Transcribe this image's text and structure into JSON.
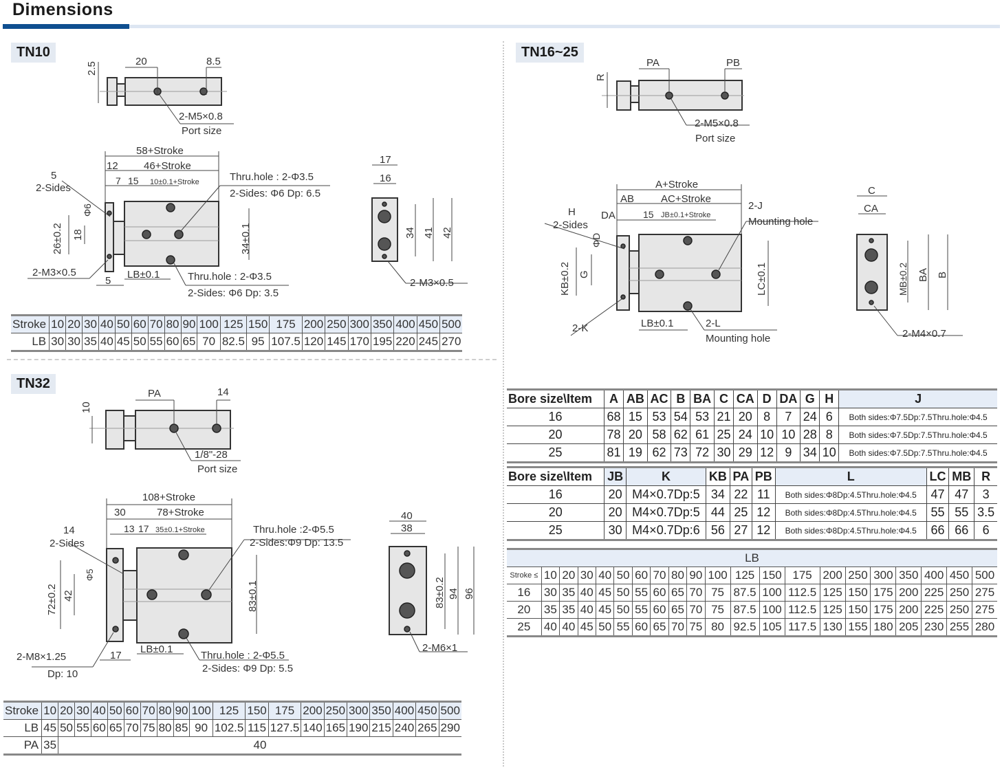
{
  "page": {
    "title": "Dimensions",
    "colors": {
      "title_bar": "#0f4f90",
      "title_bar_light": "#dde6f2",
      "table_header_bg": "#e6edf7",
      "label_bg": "#e4eaf2"
    }
  },
  "tn10": {
    "label": "TN10",
    "top_view": {
      "dim_2_5": "2.5",
      "dim_20": "20",
      "dim_8_5": "8.5",
      "port": "2-M5×0.8",
      "port_caption": "Port size"
    },
    "front_view": {
      "total": "58+Stroke",
      "d12": "12",
      "body": "46+Stroke",
      "d7": "7",
      "d15": "15",
      "jb": "10±0.1+Stroke",
      "d5": "5",
      "two_sides": "2-Sides",
      "phi6": "Φ6",
      "d26": "26±0.2",
      "d18": "18",
      "thread": "2-M3×0.5",
      "d5b": "5",
      "lb": "LB±0.1",
      "d34": "34±0.1",
      "thru1": "Thru.hole : 2-Φ3.5",
      "sides1": "2-Sides: Φ6 Dp: 6.5",
      "thru2": "Thru.hole : 2-Φ3.5",
      "sides2": "2-Sides: Φ6 Dp: 3.5"
    },
    "side_view": {
      "d17": "17",
      "d16": "16",
      "d34": "34",
      "d41": "41",
      "d42": "42",
      "thread": "2-M3×0.5"
    },
    "table": {
      "row_labels": [
        "Stroke",
        "LB"
      ],
      "stroke": [
        "10",
        "20",
        "30",
        "40",
        "50",
        "60",
        "70",
        "80",
        "90",
        "100",
        "125",
        "150",
        "175",
        "200",
        "250",
        "300",
        "350",
        "400",
        "450",
        "500"
      ],
      "lb": [
        "30",
        "30",
        "35",
        "40",
        "45",
        "50",
        "55",
        "60",
        "65",
        "70",
        "82.5",
        "95",
        "107.5",
        "120",
        "145",
        "170",
        "195",
        "220",
        "245",
        "270"
      ]
    }
  },
  "tn32": {
    "label": "TN32",
    "top_view": {
      "dim_10": "10",
      "dim_pa": "PA",
      "dim_14": "14",
      "port": "1/8\"-28",
      "port_caption": "Port size"
    },
    "front_view": {
      "total": "108+Stroke",
      "d30": "30",
      "body": "78+Stroke",
      "d13": "13",
      "d17": "17",
      "jb": "35±0.1+Stroke",
      "d14": "14",
      "two_sides": "2-Sides",
      "phi5": "Φ5",
      "d72": "72±0.2",
      "d42": "42",
      "thread": "2-M8×1.25",
      "thread_dp": "Dp: 10",
      "d17b": "17",
      "lb": "LB±0.1",
      "d83": "83±0.1",
      "thru1": "Thru.hole :2-Φ5.5",
      "sides1": "2-Sides:Φ9 Dp: 13.5",
      "thru2": "Thru.hole : 2-Φ5.5",
      "sides2": "2-Sides: Φ9 Dp: 5.5"
    },
    "side_view": {
      "d40": "40",
      "d38": "38",
      "d83": "83±0.2",
      "d94": "94",
      "d96": "96",
      "thread": "2-M6×1"
    },
    "table": {
      "row_labels": [
        "Stroke",
        "LB",
        "PA"
      ],
      "stroke": [
        "10",
        "20",
        "30",
        "40",
        "50",
        "60",
        "70",
        "80",
        "90",
        "100",
        "125",
        "150",
        "175",
        "200",
        "250",
        "300",
        "350",
        "400",
        "450",
        "500"
      ],
      "lb": [
        "45",
        "50",
        "55",
        "60",
        "65",
        "70",
        "75",
        "80",
        "85",
        "90",
        "102.5",
        "115",
        "127.5",
        "140",
        "165",
        "190",
        "215",
        "240",
        "265",
        "290"
      ],
      "pa_first": "35",
      "pa_rest": "40"
    }
  },
  "tn16_25": {
    "label": "TN16~25",
    "top_view": {
      "dim_r": "R",
      "dim_pa": "PA",
      "dim_pb": "PB",
      "port": "2-M5×0.8",
      "port_caption": "Port size"
    },
    "front_view": {
      "total": "A+Stroke",
      "ab": "AB",
      "body": "AC+Stroke",
      "da": "DA",
      "d15": "15",
      "jb": "JB±0.1+Stroke",
      "h": "H",
      "two_sides": "2-Sides",
      "phid": "ΦD",
      "kb": "KB±0.2",
      "g": "G",
      "k": "2-K",
      "lb": "LB±0.1",
      "lc": "LC±0.1",
      "j": "2-J",
      "j_caption": "Mounting hole",
      "l": "2-L",
      "l_caption": "Mounting hole"
    },
    "side_view": {
      "c": "C",
      "ca": "CA",
      "mb": "MB±0.2",
      "ba": "BA",
      "b": "B",
      "thread": "2-M4×0.7"
    },
    "spec_table_1": {
      "headers": [
        "Bore size\\Item",
        "A",
        "AB",
        "AC",
        "B",
        "BA",
        "C",
        "CA",
        "D",
        "DA",
        "G",
        "H",
        "J"
      ],
      "rows": [
        [
          "16",
          "68",
          "15",
          "53",
          "54",
          "53",
          "21",
          "20",
          "8",
          "7",
          "24",
          "6",
          "Both sides:Φ7.5Dp:7.5Thru.hole:Φ4.5"
        ],
        [
          "20",
          "78",
          "20",
          "58",
          "62",
          "61",
          "25",
          "24",
          "10",
          "10",
          "28",
          "8",
          "Both sides:Φ7.5Dp:7.5Thru.hole:Φ4.5"
        ],
        [
          "25",
          "81",
          "19",
          "62",
          "73",
          "72",
          "30",
          "29",
          "12",
          "9",
          "34",
          "10",
          "Both sides:Φ7.5Dp:7.5Thru.hole:Φ4.5"
        ]
      ]
    },
    "spec_table_2": {
      "headers": [
        "Bore size\\Item",
        "JB",
        "K",
        "KB",
        "PA",
        "PB",
        "L",
        "LC",
        "MB",
        "R"
      ],
      "rows": [
        [
          "16",
          "20",
          "M4×0.7Dp:5",
          "34",
          "22",
          "11",
          "Both sides:Φ8Dp:4.5Thru.hole:Φ4.5",
          "47",
          "47",
          "3"
        ],
        [
          "20",
          "20",
          "M4×0.7Dp:5",
          "44",
          "25",
          "12",
          "Both sides:Φ8Dp:4.5Thru.hole:Φ4.5",
          "55",
          "55",
          "3.5"
        ],
        [
          "25",
          "30",
          "M4×0.7Dp:6",
          "56",
          "27",
          "12",
          "Both sides:Φ8Dp:4.5Thru.hole:Φ4.5",
          "66",
          "66",
          "6"
        ]
      ]
    },
    "lb_table": {
      "title": "LB",
      "corner": "Stroke ≤",
      "stroke": [
        "10",
        "20",
        "30",
        "40",
        "50",
        "60",
        "70",
        "80",
        "90",
        "100",
        "125",
        "150",
        "175",
        "200",
        "250",
        "300",
        "350",
        "400",
        "450",
        "500"
      ],
      "rows": [
        {
          "bore": "16",
          "values": [
            "30",
            "35",
            "40",
            "45",
            "50",
            "55",
            "60",
            "65",
            "70",
            "75",
            "87.5",
            "100",
            "112.5",
            "125",
            "150",
            "175",
            "200",
            "225",
            "250",
            "275"
          ]
        },
        {
          "bore": "20",
          "values": [
            "35",
            "35",
            "40",
            "45",
            "50",
            "55",
            "60",
            "65",
            "70",
            "75",
            "87.5",
            "100",
            "112.5",
            "125",
            "150",
            "175",
            "200",
            "225",
            "250",
            "275"
          ]
        },
        {
          "bore": "25",
          "values": [
            "40",
            "40",
            "45",
            "50",
            "55",
            "60",
            "65",
            "70",
            "75",
            "80",
            "92.5",
            "105",
            "117.5",
            "130",
            "155",
            "180",
            "205",
            "230",
            "255",
            "280"
          ]
        }
      ]
    }
  }
}
